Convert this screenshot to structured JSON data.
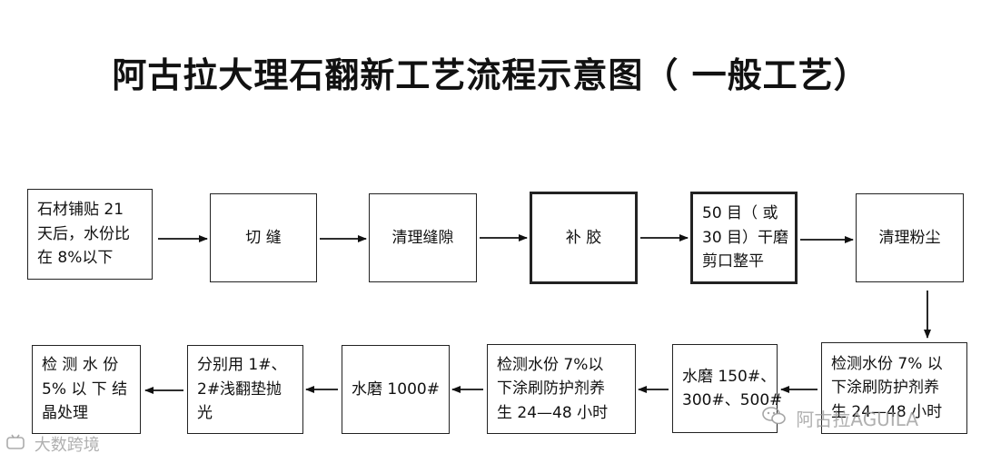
{
  "title": "阿古拉大理石翻新工艺流程示意图（ 一般工艺）",
  "steps": [
    {
      "lines": [
        "石材铺贴 21",
        "天后，水份比",
        "在 8%以下"
      ]
    },
    {
      "lines": [
        "切 缝"
      ]
    },
    {
      "lines": [
        "清理缝隙"
      ]
    },
    {
      "lines": [
        "补 胶"
      ]
    },
    {
      "lines": [
        "50 目（ 或",
        "30 目）干磨",
        "剪口整平"
      ]
    },
    {
      "lines": [
        "清理粉尘"
      ]
    },
    {
      "lines": [
        "检测水份 7% 以",
        "下涂刷防护剂养",
        "生 24—48 小时"
      ]
    },
    {
      "lines": [
        "水磨 150#、",
        "300#、500#"
      ]
    },
    {
      "lines": [
        "检测水份 7%以",
        "下涂刷防护剂养",
        "生 24—48 小时"
      ]
    },
    {
      "lines": [
        "水磨 1000#"
      ]
    },
    {
      "lines": [
        "分别用 1#、",
        "2#浅翻垫抛",
        "光"
      ]
    },
    {
      "lines": [
        "检 测 水 份",
        "5% 以 下 结",
        "晶处理"
      ]
    }
  ],
  "watermarks": {
    "left": "大数跨境",
    "right": "阿古拉AGUILA",
    "left_icon": "bilibili-like-icon",
    "right_icon": "wechat-icon"
  }
}
